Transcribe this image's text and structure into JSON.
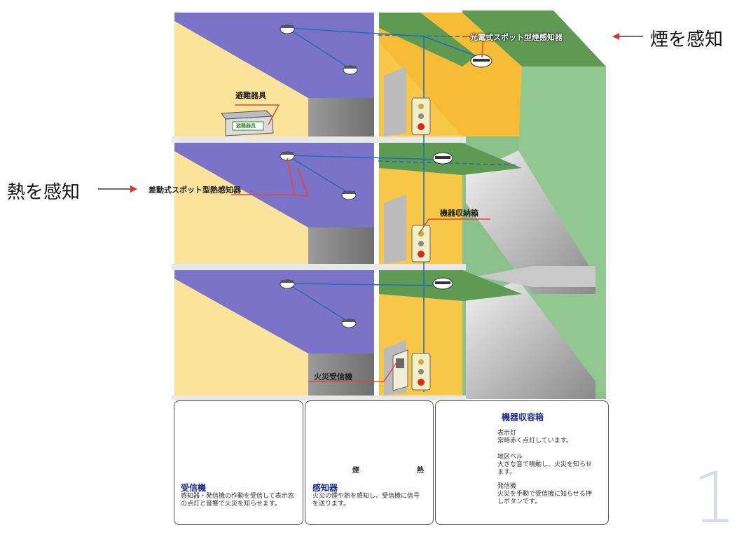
{
  "callouts": {
    "smoke": "煙を感知",
    "heat": "熱を感知"
  },
  "labels": {
    "smoke_detector": "光電式スポット型煙感知器",
    "heat_detector": "差動式スポット型熱感知器",
    "evacuation_equipment": "避難器具",
    "evacuation_sign": "避難器具",
    "equipment_box": "機器収納箱",
    "fire_receiver": "火災受信機"
  },
  "cards": {
    "receiver": {
      "title": "受信機",
      "desc": "感知器・発信機の作動を受信して表示窓の点灯と音響で火災を知らせます。"
    },
    "detector": {
      "title": "感知器",
      "desc": "火災の煙や熱を感知し、受信機に信号を送ります。",
      "smoke_caption": "煙",
      "heat_caption": "熱"
    },
    "box": {
      "title": "機器収容箱",
      "lamp_title": "表示灯",
      "lamp_desc": "常時赤く点灯しています。",
      "bell_title": "地区ベル",
      "bell_desc": "大きな音で鳴動し、火災を知らせます。",
      "button_title": "発信機",
      "button_desc": "火災を手動で受信機に知らせる押しボタンです。"
    }
  },
  "page_number": "1",
  "colors": {
    "wall": "#fbe39b",
    "ceiling": "#7b73c8",
    "shaft": "#f9c748",
    "shaft_ceiling": "#5e9a52",
    "stair_wall": "#8cc08a",
    "floor": "#888888",
    "wire": "#1f6fb8",
    "callout_arrow": "#e03030",
    "red_line": "#e04a3a"
  }
}
